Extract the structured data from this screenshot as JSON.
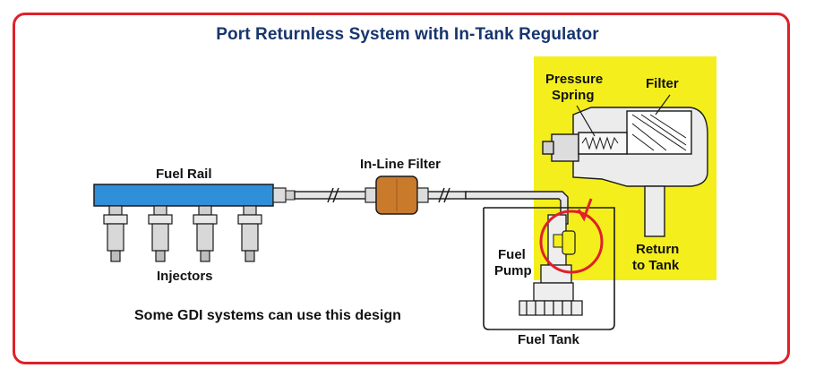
{
  "diagram": {
    "title": "Port Returnless System with In-Tank Regulator",
    "labels": {
      "fuel_rail": "Fuel Rail",
      "injectors": "Injectors",
      "inline_filter": "In-Line Filter",
      "pressure_spring_line1": "Pressure",
      "pressure_spring_line2": "Spring",
      "filter": "Filter",
      "return_line1": "Return",
      "return_line2": "to Tank",
      "fuel_pump_line1": "Fuel",
      "fuel_pump_line2": "Pump",
      "fuel_tank": "Fuel Tank"
    },
    "note": "Some GDI systems can use this design"
  },
  "colors": {
    "frame": "#e0202a",
    "title": "#17356e",
    "fuel_rail": "#2f8fd8",
    "filter_body": "#c97a2a",
    "regulator_highlight": "#f4ef1c",
    "circle_marker": "#e0202a"
  }
}
